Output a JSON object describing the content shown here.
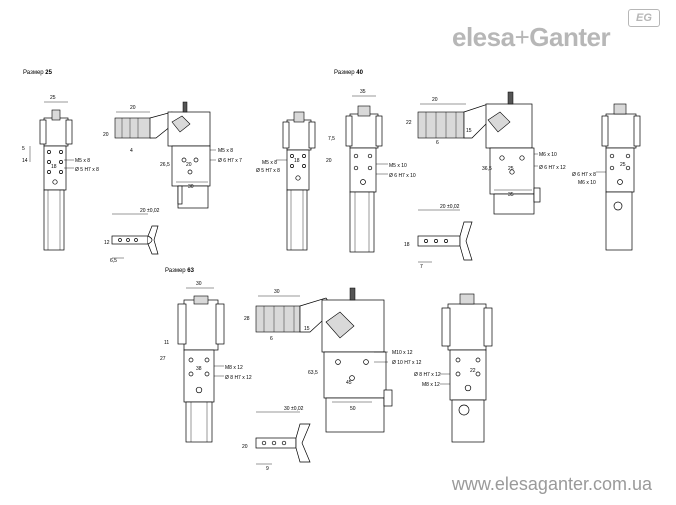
{
  "brand": {
    "name_part1": "elesa",
    "plus": "+",
    "name_part2": "Ganter",
    "badge": "EG"
  },
  "website": "www.elesaganter.com.ua",
  "sections": [
    {
      "title_prefix": "Размер ",
      "title_size": "25"
    },
    {
      "title_prefix": "Размер ",
      "title_size": "40"
    },
    {
      "title_prefix": "Размер ",
      "title_size": "63"
    }
  ],
  "dims25": {
    "front_top": "25",
    "front_left_a": "5",
    "front_left_b": "14",
    "front_mid": "18",
    "thread": "M5 x 8",
    "pin": "Ø 5 H7 x 8",
    "side_top": "20",
    "side_left": "20",
    "side_small": "4",
    "side_h": "26,5",
    "side_thread": "M5 x 8",
    "side_pin": "Ø 6 H7 x 7",
    "side_bottom": "30",
    "side_mid": "20",
    "jaw_top": "20 ±0,02",
    "jaw_left": "12",
    "jaw_bottom": "6,5"
  },
  "dims40": {
    "front_top": "35",
    "front_left": "7,5",
    "front_left2": "20",
    "front_mid": "18",
    "thread_l": "M5 x 8",
    "pin_l": "Ø 5 H7 x 8",
    "thread": "M5 x 10",
    "pin": "Ø 6 H7 x 10",
    "side_top": "20",
    "side_left": "22",
    "side_small": "6",
    "side_angle": "15",
    "side_h": "36,5",
    "side_thread": "M6 x 10",
    "side_pin": "Ø 6 H7 x 12",
    "side_bottom": "35",
    "side_mid": "25",
    "right_thread": "Ø 6 H7 x 8",
    "right_pin": "M6 x 10",
    "right_mid": "25",
    "jaw_top": "20 ±0,02",
    "jaw_left": "18",
    "jaw_bottom": "7"
  },
  "dims63": {
    "front_top": "30",
    "front_left_a": "11",
    "front_left_b": "27",
    "front_mid": "38",
    "thread": "M8 x 12",
    "pin": "Ø 8 H7 x 12",
    "side_top": "30",
    "side_left": "28",
    "side_small": "6",
    "side_angle": "15",
    "side_h": "63,5",
    "side_thread": "M10 x 12",
    "side_pin": "Ø 10 H7 x 12",
    "side_mid": "45",
    "side_bottom": "50",
    "right_pin": "Ø 8 H7 x 12",
    "right_thread": "M8 x 12",
    "right_mid": "22",
    "jaw_top": "30 ±0,02",
    "jaw_left": "20",
    "jaw_bottom": "9"
  }
}
